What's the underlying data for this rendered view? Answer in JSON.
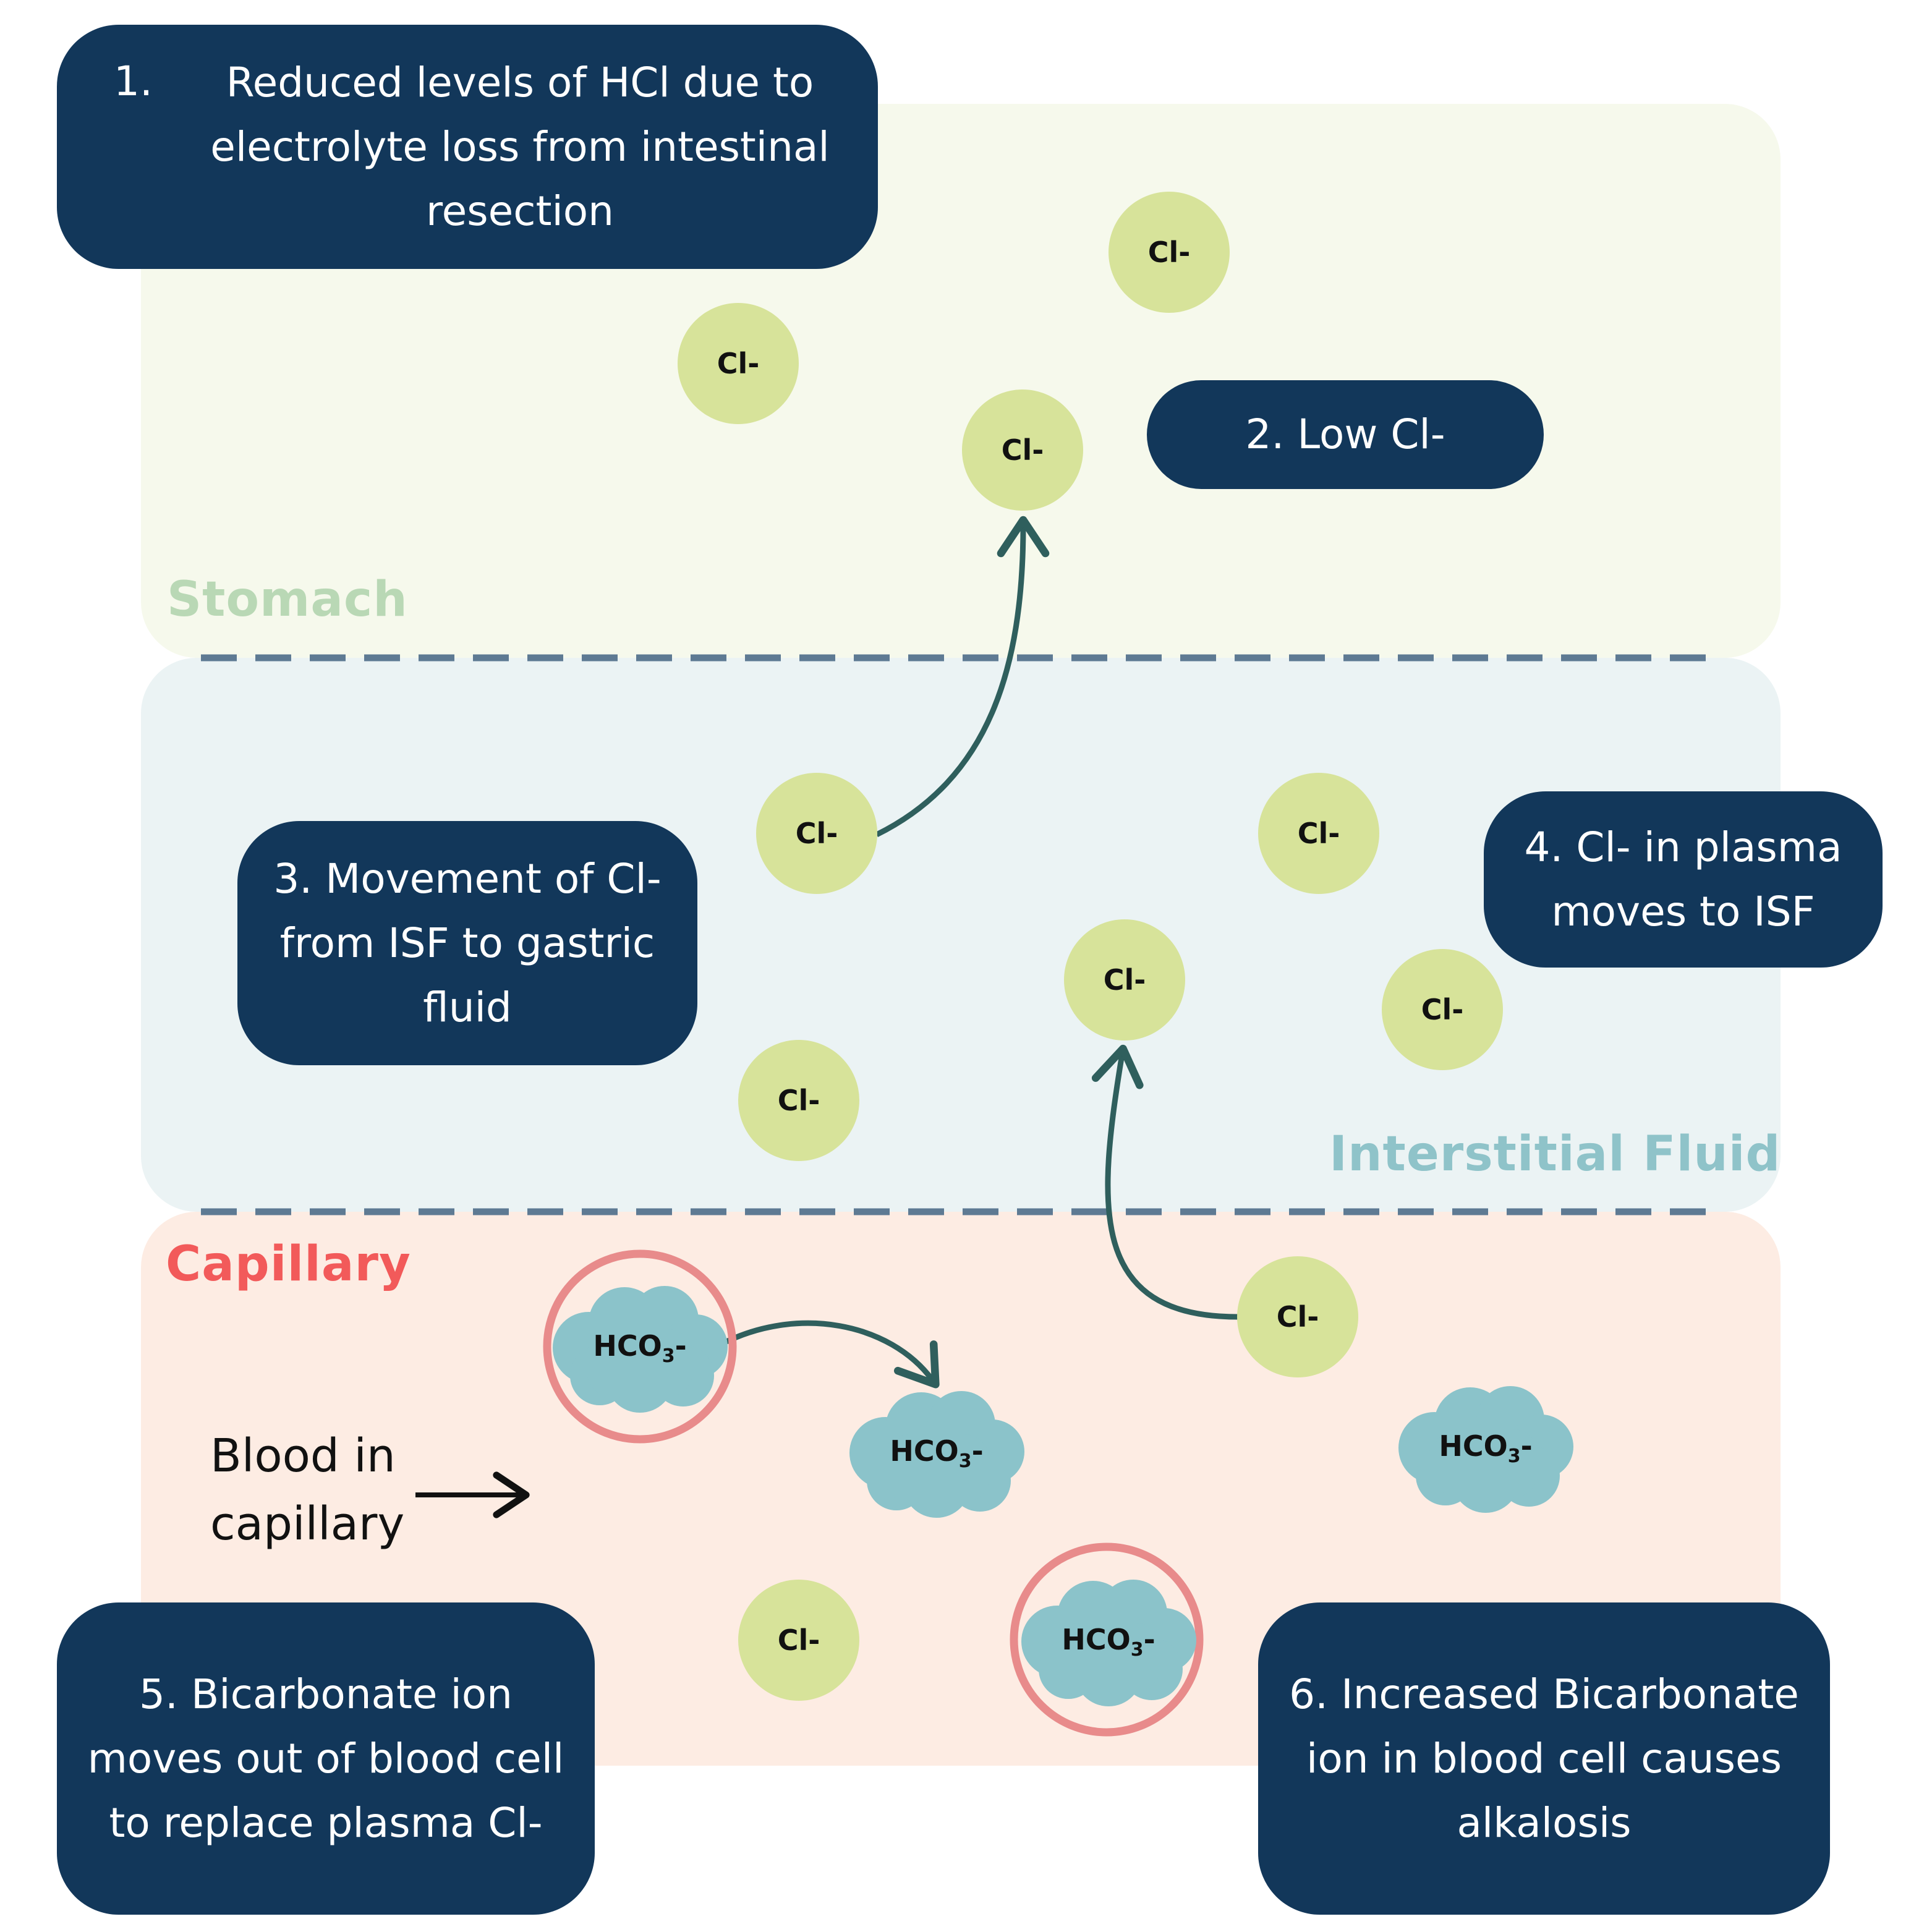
{
  "zones": {
    "stomach": {
      "label": "Stomach",
      "label_color": "#b9d8b5",
      "bg": "#f6f9ec"
    },
    "isf": {
      "label": "Interstitial Fluid",
      "label_color": "#8fc3c9",
      "bg": "#ebf3f4"
    },
    "capillary": {
      "label": "Capillary",
      "label_color": "#f25a5a",
      "bg": "#fdece3"
    }
  },
  "steps": {
    "s1": {
      "number": "1.",
      "text": "Reduced levels of HCl due to electrolyte loss from intestinal resection"
    },
    "s2": {
      "text": "2. Low Cl-"
    },
    "s3": {
      "text": "3. Movement of Cl- from ISF to gastric fluid"
    },
    "s4": {
      "text": "4. Cl- in plasma moves to ISF"
    },
    "s5": {
      "text": "5. Bicarbonate ion moves out of blood cell to replace plasma Cl-"
    },
    "s6": {
      "text": "6. Increased Bicarbonate ion in blood cell causes alkalosis"
    }
  },
  "ions": {
    "chloride_label": "Cl-",
    "bicarbonate_main": "HCO",
    "bicarbonate_sub": "3",
    "bicarbonate_suffix": "-"
  },
  "blood_flow": {
    "label": "Blood in capillary"
  },
  "colors": {
    "step_box": "#12375a",
    "chloride": "#d7e39a",
    "bicarbonate": "#8bc3ca",
    "highlight_ring": "#e88b8b",
    "arrow": "#2f5f5d",
    "divider": "#5e7a93"
  }
}
